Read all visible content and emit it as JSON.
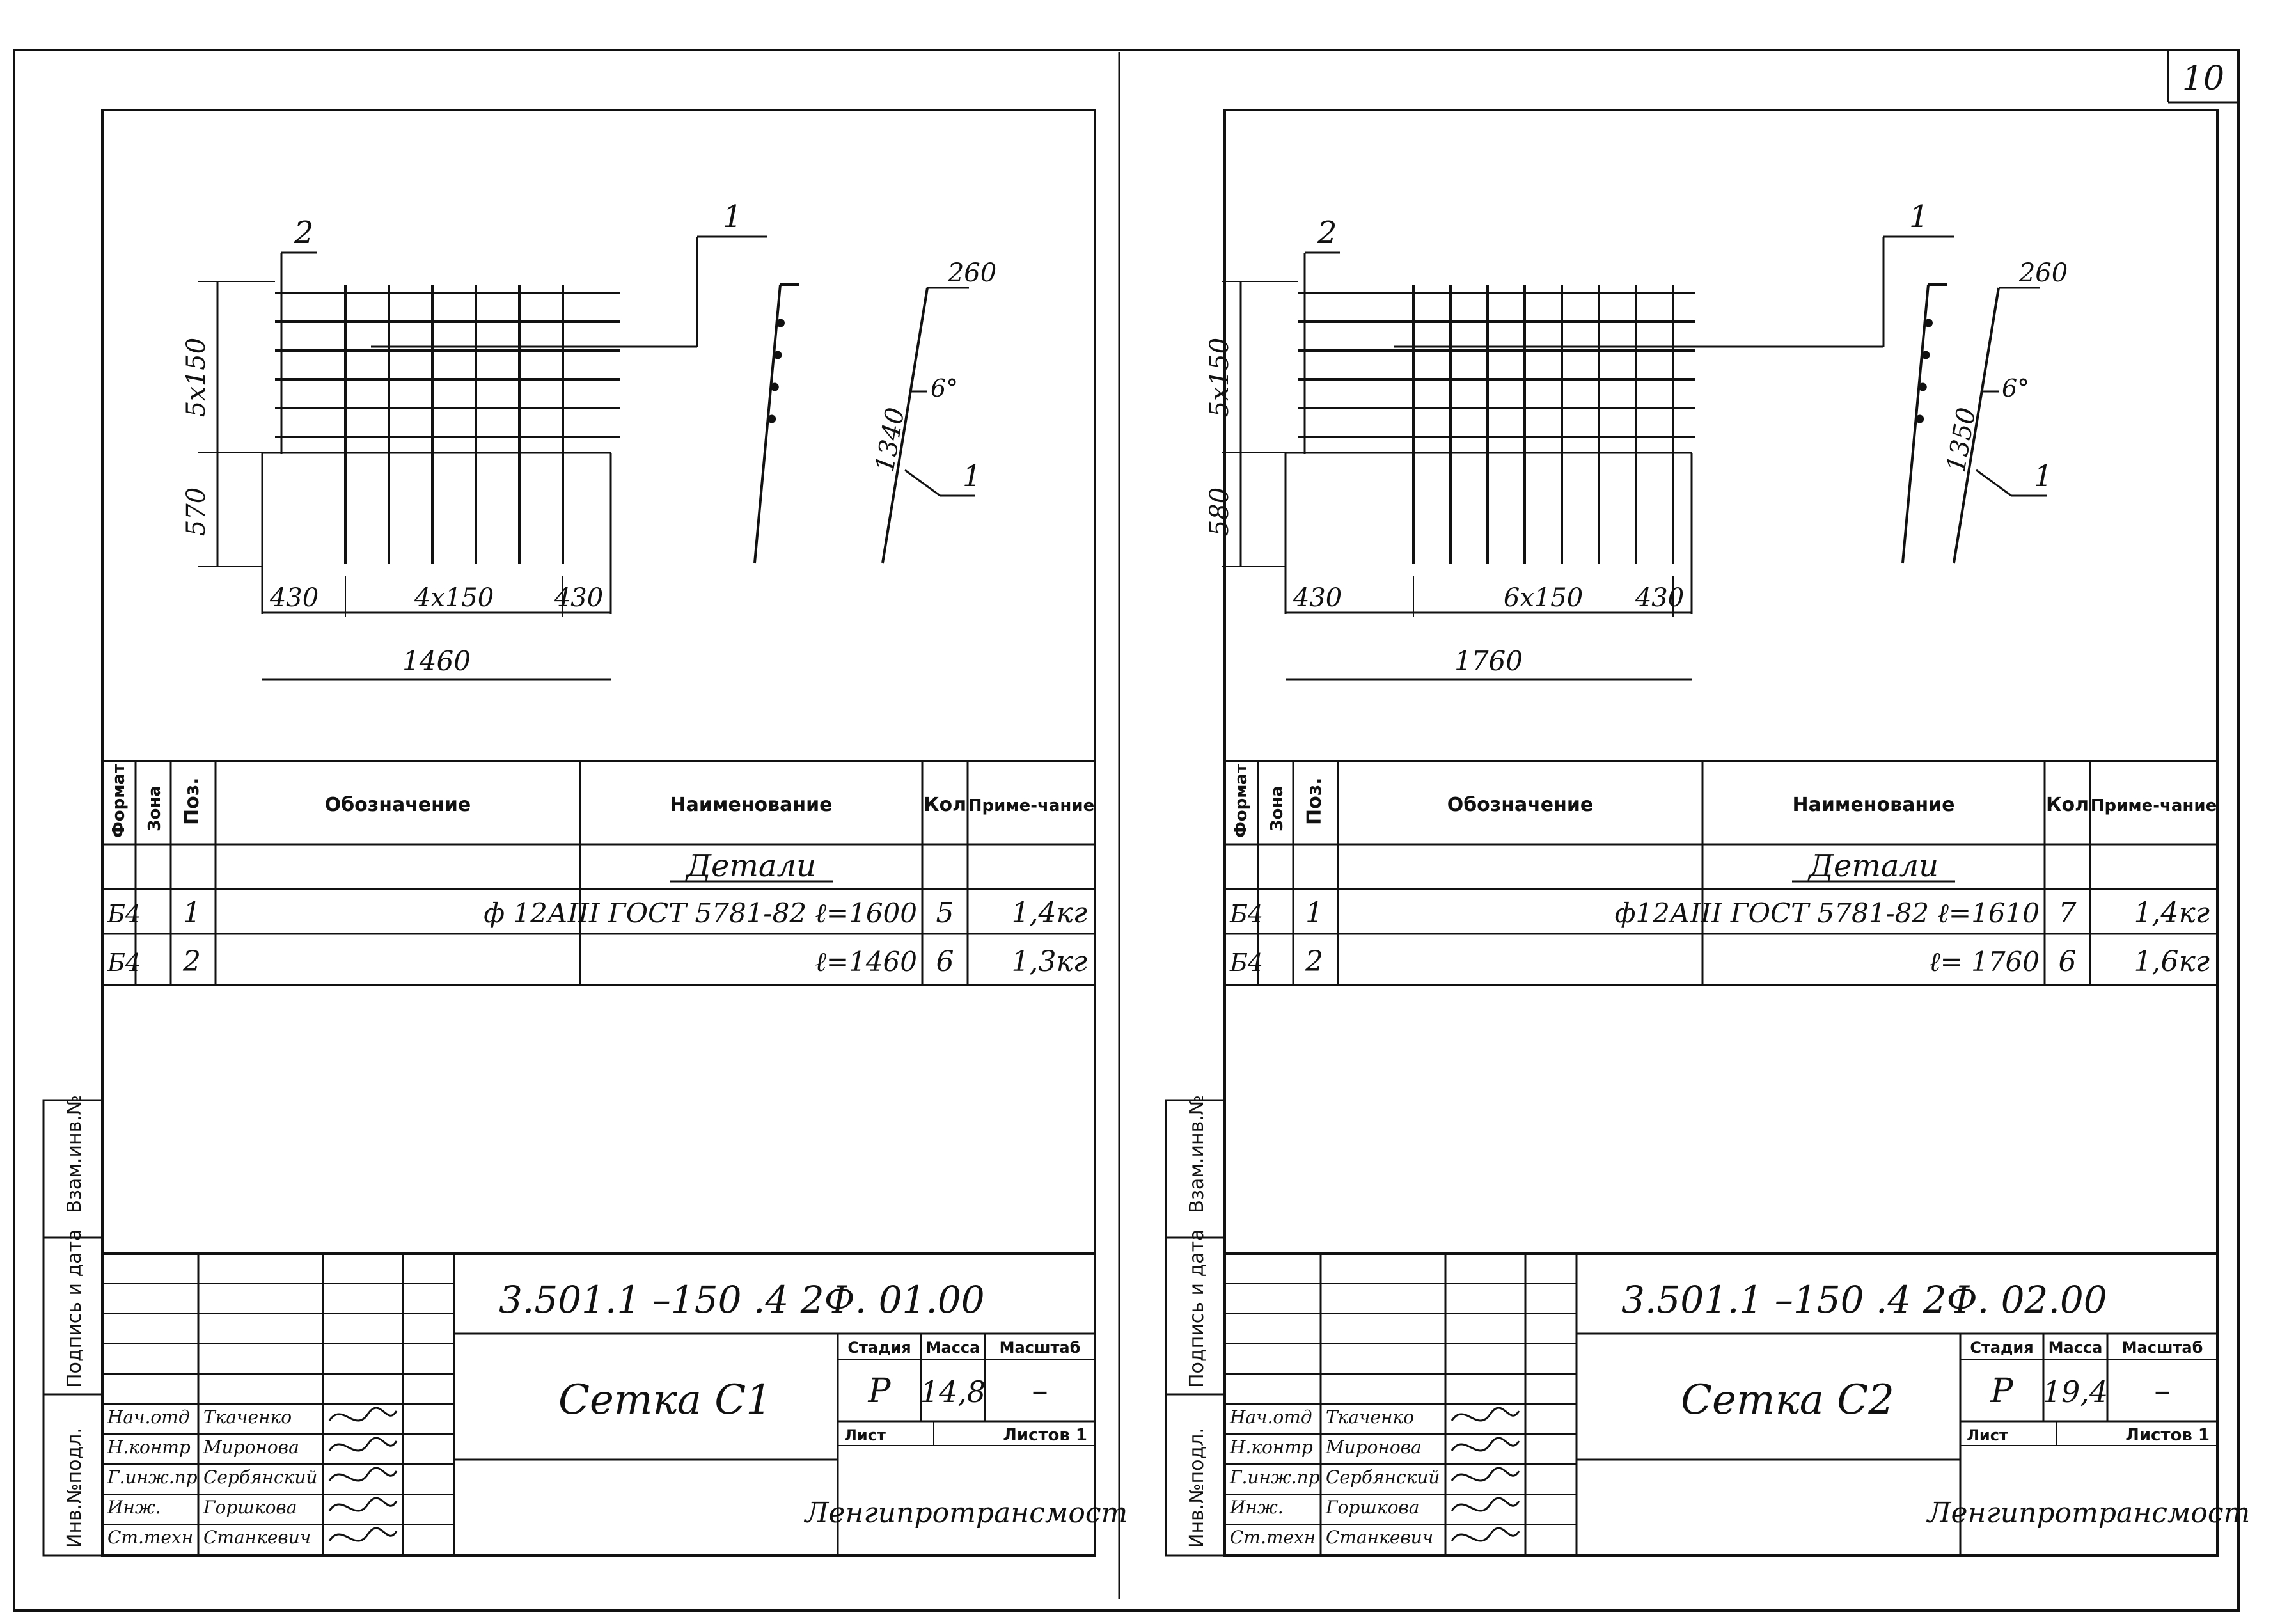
{
  "page_number": "10",
  "stamp_labels": {
    "inv_podl": "Инв.№подл.",
    "podpis_data": "Подпись и дата",
    "vzam_inv": "Взам.инв.№"
  },
  "sheets": [
    {
      "drawing": {
        "labels": {
          "pos2": "2",
          "pos1": "1",
          "spacing_vertical": "5x150",
          "dim_570": "570",
          "dim_430_left": "430",
          "dim_spacing_horizontal": "4x150",
          "dim_430_right": "430",
          "dim_total": "1460",
          "dim_260": "260",
          "dim_1340": "1340",
          "angle": "6°",
          "pos1_side": "1"
        }
      },
      "spec": {
        "headers": {
          "format": "Формат",
          "zone": "Зона",
          "pos": "Поз.",
          "designation": "Обозначение",
          "name": "Наименование",
          "qty": "Кол",
          "note": "Приме-чание"
        },
        "section": "Детали",
        "rows": [
          {
            "format": "Б4",
            "pos": "1",
            "name": "ф 12АIII ГОСТ 5781-82 ℓ=1600",
            "qty": "5",
            "note": "1,4кг"
          },
          {
            "format": "Б4",
            "pos": "2",
            "name": "ℓ=1460",
            "qty": "6",
            "note": "1,3кг"
          }
        ]
      },
      "title_block": {
        "doc_code": "3.501.1 –150  .4  2Ф. 01.00",
        "title": "Сетка С1",
        "stage_label": "Стадия",
        "mass_label": "Масса",
        "scale_label": "Масштаб",
        "stage": "Р",
        "mass": "14,8",
        "scale": "–",
        "sheet_label": "Лист",
        "sheets_label": "Листов 1",
        "org": "Ленгипротрансмост",
        "signers": [
          {
            "role": "Нач.отд",
            "name": "Ткаченко"
          },
          {
            "role": "Н.контр",
            "name": "Миронова"
          },
          {
            "role": "Г.инж.пр",
            "name": "Сербянский"
          },
          {
            "role": "Инж.",
            "name": "Горшкова"
          },
          {
            "role": "Ст.техн",
            "name": "Станкевич"
          }
        ]
      }
    },
    {
      "drawing": {
        "labels": {
          "pos2": "2",
          "pos1": "1",
          "spacing_vertical": "5x150",
          "dim_570": "580",
          "dim_430_left": "430",
          "dim_spacing_horizontal": "6x150",
          "dim_430_right": "430",
          "dim_total": "1760",
          "dim_260": "260",
          "dim_1340": "1350",
          "angle": "6°",
          "pos1_side": "1"
        }
      },
      "spec": {
        "headers": {
          "format": "Формат",
          "zone": "Зона",
          "pos": "Поз.",
          "designation": "Обозначение",
          "name": "Наименование",
          "qty": "Кол",
          "note": "Приме-чание"
        },
        "section": "Детали",
        "rows": [
          {
            "format": "Б4",
            "pos": "1",
            "name": "ф12АIII ГОСТ 5781-82 ℓ=1610",
            "qty": "7",
            "note": "1,4кг"
          },
          {
            "format": "Б4",
            "pos": "2",
            "name": "ℓ= 1760",
            "qty": "6",
            "note": "1,6кг"
          }
        ]
      },
      "title_block": {
        "doc_code": "3.501.1 –150  .4  2Ф. 02.00",
        "title": "Сетка  С2",
        "stage_label": "Стадия",
        "mass_label": "Масса",
        "scale_label": "Масштаб",
        "stage": "Р",
        "mass": "19,4",
        "scale": "–",
        "sheet_label": "Лист",
        "sheets_label": "Листов 1",
        "org": "Ленгипротрансмост",
        "signers": [
          {
            "role": "Нач.отд",
            "name": "Ткаченко"
          },
          {
            "role": "Н.контр",
            "name": "Миронова"
          },
          {
            "role": "Г.инж.пр",
            "name": "Сербянский"
          },
          {
            "role": "Инж.",
            "name": "Горшкова"
          },
          {
            "role": "Ст.техн",
            "name": "Станкевич"
          }
        ]
      }
    }
  ]
}
